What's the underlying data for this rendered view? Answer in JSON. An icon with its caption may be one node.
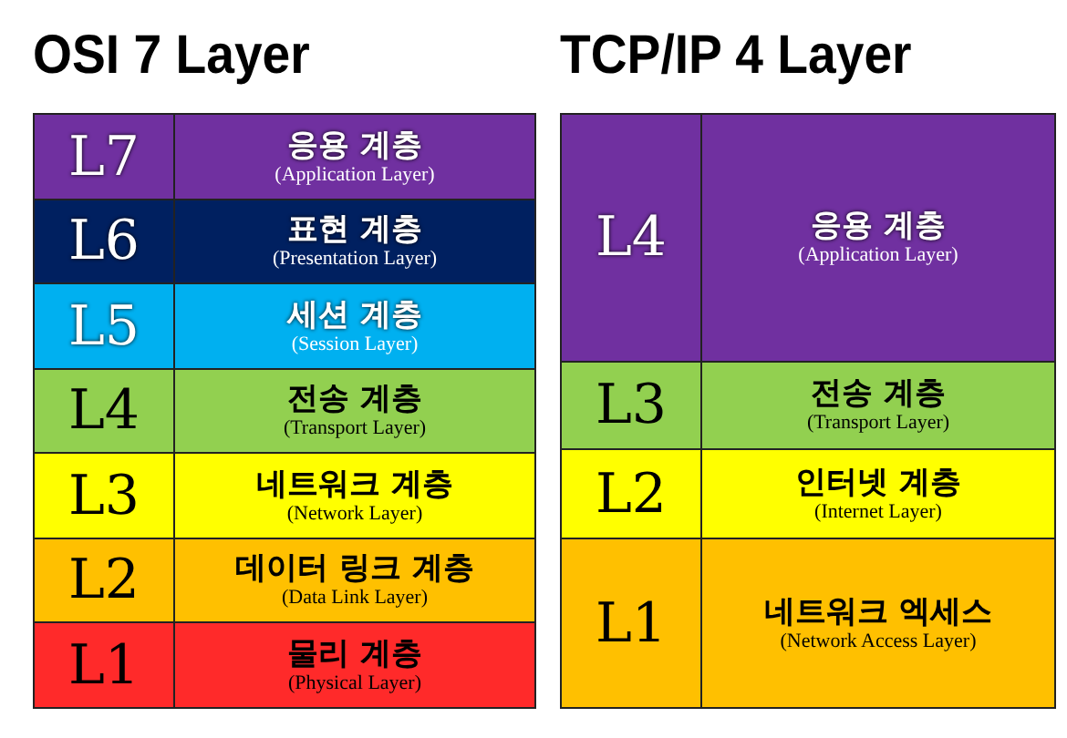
{
  "diagram": {
    "nodes": [
      {
        "text": [
          "OSI 7 Layer"
        ]
      },
      {
        "text": [
          "L7",
          "응용 계층",
          "(Application Layer)"
        ],
        "in": 0
      },
      {
        "text": [
          "L6",
          "표현 계층",
          "(Presentation Layer)"
        ],
        "in": 0
      },
      {
        "text": [
          "L5",
          "세션 계층",
          "(Session Layer)"
        ],
        "in": 0
      },
      {
        "text": [
          "L4",
          "전송 계층",
          "(Transport Layer)"
        ],
        "in": 0
      },
      {
        "text": [
          "L3",
          "네트워크 계층",
          "(Network Layer)"
        ],
        "in": 0
      },
      {
        "text": [
          "L2",
          "데이터 링크 계층",
          "(Data Link Layer)"
        ],
        "in": 0
      },
      {
        "text": [
          "L1",
          "물리 계층",
          "(Physical Layer)"
        ],
        "in": 0
      },
      {
        "text": [
          "TCP/IP 4 Layer"
        ]
      },
      {
        "text": [
          "L4",
          "응용 계층",
          "(Application Layer)"
        ],
        "in": 8
      },
      {
        "text": [
          "L3",
          "전송 계층",
          "(Transport Layer)"
        ],
        "in": 8
      },
      {
        "text": [
          "L2",
          "인터넷 계층",
          "(Internet Layer)"
        ],
        "in": 8
      },
      {
        "text": [
          "L1",
          "네트워크 엑세스",
          "(Network Access Layer)"
        ],
        "in": 8
      }
    ]
  }
}
